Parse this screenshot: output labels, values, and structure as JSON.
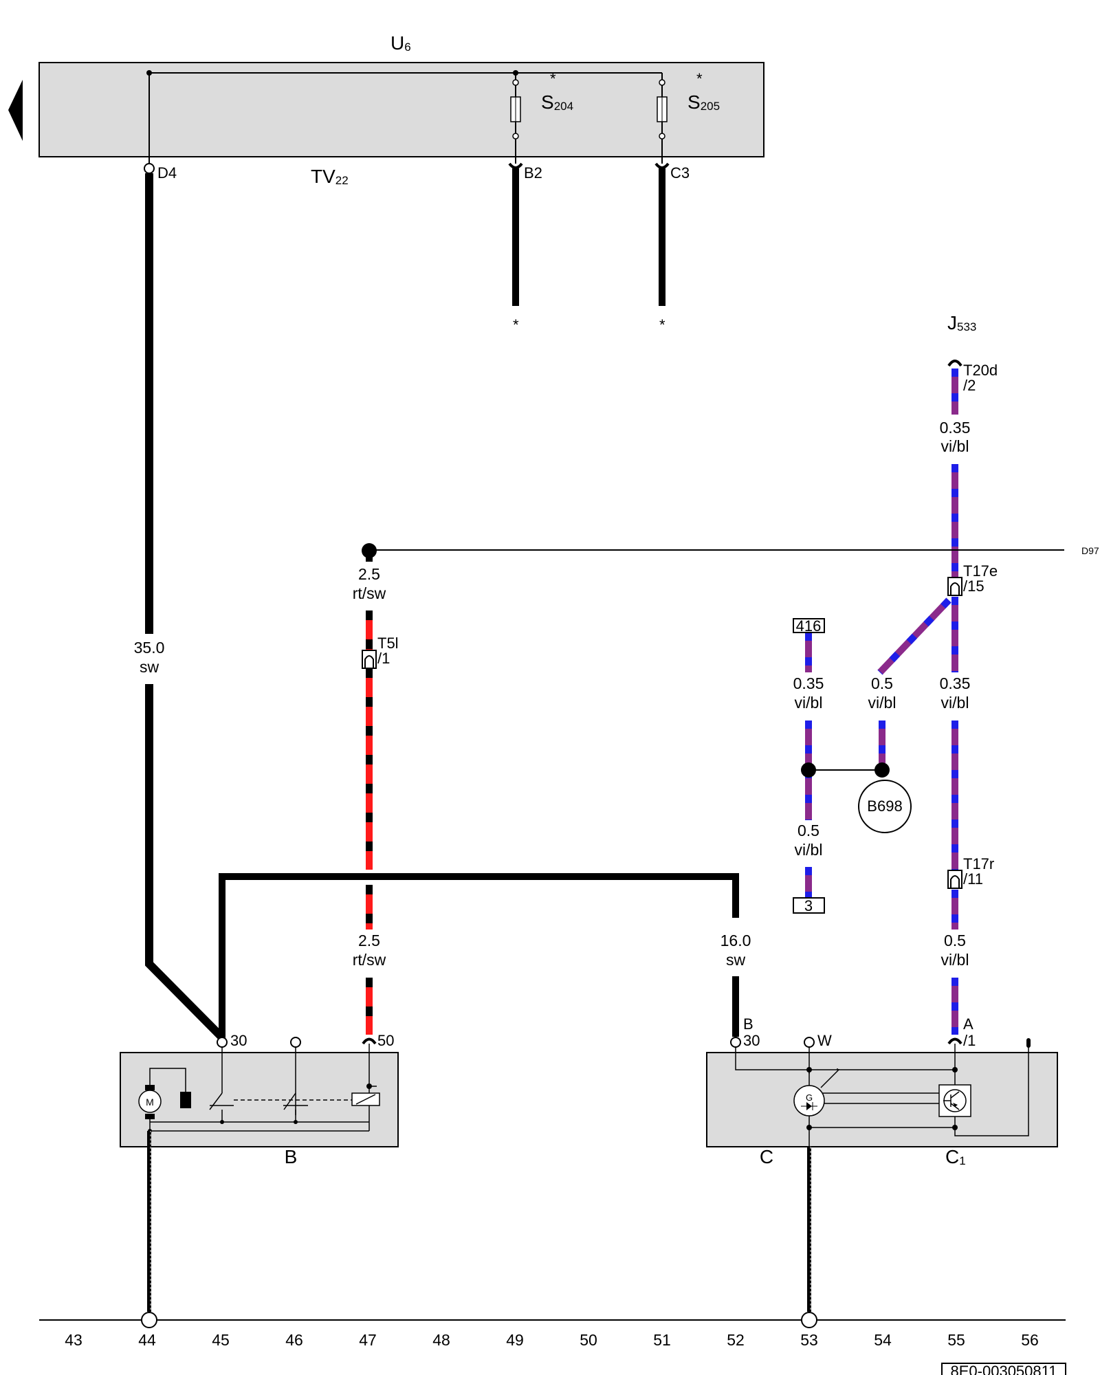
{
  "labels": {
    "u6": "U",
    "u6_sub": "6",
    "tv22": "TV",
    "tv22_sub": "22",
    "s204": "S",
    "s204_sub": "204",
    "s205": "S",
    "s205_sub": "205",
    "star": "*",
    "pin_d4": "D4",
    "pin_b2": "B2",
    "pin_c3": "C3",
    "j533": "J",
    "j533_sub": "533",
    "t20d": "T20d",
    "t20d_pin": "/2",
    "t17e": "T17e",
    "t17e_pin": "/15",
    "t17r": "T17r",
    "t17r_pin": "/11",
    "t5l": "T5l",
    "t5l_pin": "/1",
    "d97": "D97",
    "box416": "416",
    "box3": "3",
    "b698": "B698",
    "b": "B",
    "c": "C",
    "c1": "C",
    "c1_sub": "1",
    "pin30": "30",
    "pin50": "50",
    "pinB": "B",
    "pinB30": "30",
    "pinW": "W",
    "pinA": "A",
    "pinA1": "/1",
    "motor": "M",
    "gen": "G",
    "docid": "8E0-003050811"
  },
  "wires": {
    "w1_size": "0.35",
    "w1_color": "vi/bl",
    "w2_size": "2.5",
    "w2_color": "rt/sw",
    "w3_size": "35.0",
    "w3_color": "sw",
    "w4_size": "0.35",
    "w4_color": "vi/bl",
    "w5_size": "0.5",
    "w5_color": "vi/bl",
    "w6_size": "0.35",
    "w6_color": "vi/bl",
    "w7_size": "0.5",
    "w7_color": "vi/bl",
    "w8_size": "2.5",
    "w8_color": "rt/sw",
    "w9_size": "16.0",
    "w9_color": "sw",
    "w10_size": "0.5",
    "w10_color": "vi/bl"
  },
  "columns": [
    "43",
    "44",
    "45",
    "46",
    "47",
    "48",
    "49",
    "50",
    "51",
    "52",
    "53",
    "54",
    "55",
    "56"
  ],
  "colors": {
    "violet": "#8b2a8b",
    "blue": "#1e1ee8",
    "red": "#ff1a1a",
    "black": "#000000",
    "panel": "#dcdcdc"
  }
}
